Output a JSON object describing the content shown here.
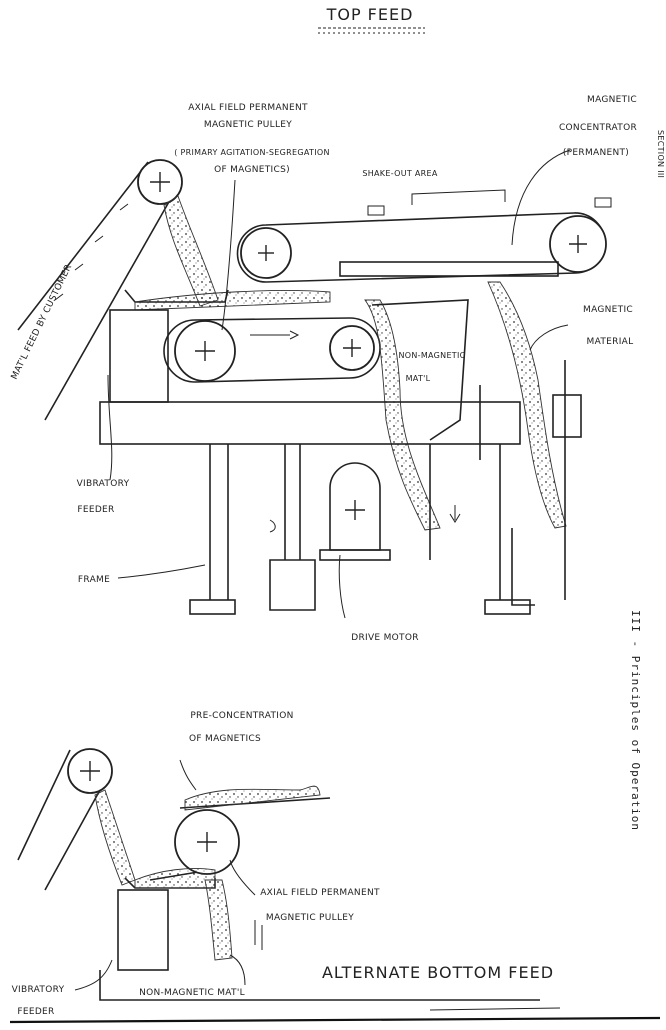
{
  "top_title": "TOP FEED",
  "side_text": "III - Principles of Operation",
  "side_tab": "SECTION III",
  "labels": {
    "axial_pulley_top": [
      "AXIAL FIELD PERMANENT",
      "MAGNETIC PULLEY",
      "( PRIMARY AGITATION-SEGREGATION",
      "OF MAGNETICS)"
    ],
    "mag_concentrator": [
      "MAGNETIC",
      "CONCENTRATOR",
      "(PERMANENT)"
    ],
    "shake_out": "SHAKE-OUT AREA",
    "matl_feed": "MAT'L FEED BY CUSTOMER",
    "magnetic_material": [
      "MAGNETIC",
      "MATERIAL"
    ],
    "non_magnetic_top": [
      "NON-MAGNETIC",
      "MAT'L"
    ],
    "vibratory_feeder_top": [
      "VIBRATORY",
      "FEEDER"
    ],
    "frame": "FRAME",
    "drive_motor": "DRIVE MOTOR",
    "pre_concentration": [
      "PRE-CONCENTRATION",
      "OF MAGNETICS"
    ],
    "axial_pulley_bottom": [
      "AXIAL FIELD PERMANENT",
      "MAGNETIC PULLEY"
    ],
    "bottom_title": "ALTERNATE BOTTOM FEED",
    "vibratory_feeder_bottom": [
      "VIBRATORY",
      "FEEDER"
    ],
    "non_magnetic_bottom": "NON-MAGNETIC MAT'L"
  }
}
